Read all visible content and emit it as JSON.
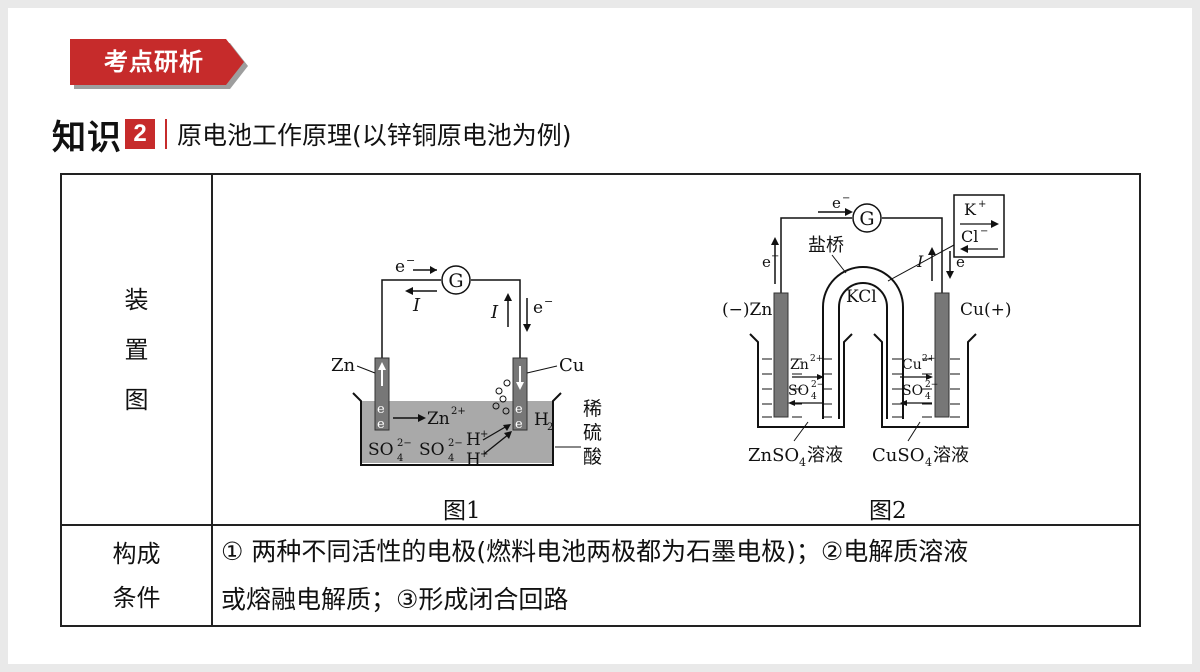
{
  "badge": {
    "label": "考点研析"
  },
  "section": {
    "keyword": "知识",
    "number": "2",
    "title": "原电池工作原理(以锌铜原电池为例)"
  },
  "table": {
    "row1_label": [
      "装",
      "置",
      "图"
    ],
    "row2_label": [
      "构成",
      "条件"
    ],
    "conditions": [
      "① 两种不同活性的电极(燃料电池两极都为石墨电极)；②电解质溶液",
      "或熔融电解质；③形成闭合回路"
    ]
  },
  "figure1": {
    "caption": "图1",
    "galvanometer": "G",
    "electron": "e",
    "current": "I",
    "zn": "Zn",
    "cu": "Cu",
    "zn_ion": "Zn",
    "zn_charge": "2+",
    "h_plus": "H",
    "h2": "H",
    "sulfate": "SO",
    "sulfate_charge": "2−",
    "acid": [
      "稀",
      "硫",
      "酸"
    ]
  },
  "figure2": {
    "caption": "图2",
    "galvanometer": "G",
    "electron": "e",
    "current": "I",
    "salt_bridge": "盐桥",
    "kcl": "KCl",
    "k_ion": "K",
    "cl_ion": "Cl",
    "zn_electrode": "(−)Zn",
    "cu_electrode": "Cu(+)",
    "zn_ion": "Zn",
    "cu_ion": "Cu",
    "sulfate": "SO",
    "znso4": "ZnSO",
    "cuso4": "CuSO",
    "solution": "溶液"
  },
  "colors": {
    "accent": "#c62b2b",
    "liquid": "#a9a9a9",
    "electrode": "#777777"
  }
}
